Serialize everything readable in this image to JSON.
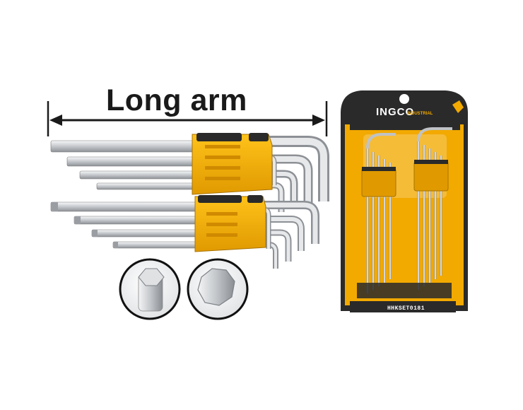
{
  "product_image": {
    "headline": "Long arm",
    "package": {
      "brand": "INGCO",
      "brand_sub": "INDUSTRIAL",
      "model": "HHKSET0181"
    },
    "colors": {
      "brand_yellow": "#f2a900",
      "dark_plastic": "#2a2a2a",
      "chrome": "#d8dadd",
      "text": "#1a1a1a"
    },
    "icons": [
      "dimension-arrow-icon",
      "hex-tip-closeup",
      "hex-key-closeup"
    ]
  }
}
